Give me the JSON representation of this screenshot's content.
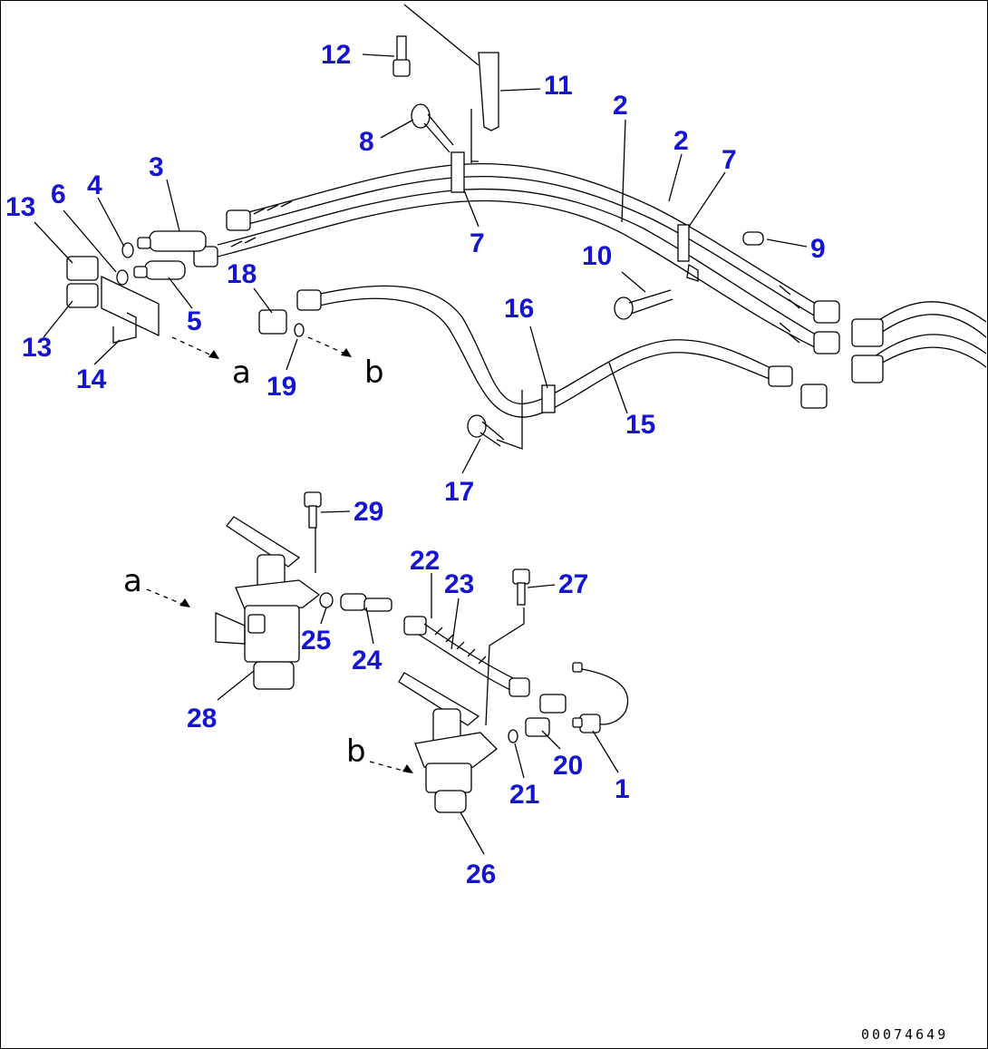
{
  "diagram": {
    "labels": {
      "p1": "1",
      "p2a": "2",
      "p2b": "2",
      "p3": "3",
      "p4": "4",
      "p5": "5",
      "p6": "6",
      "p7a": "7",
      "p7b": "7",
      "p8": "8",
      "p9": "9",
      "p10": "10",
      "p11": "11",
      "p12": "12",
      "p13a": "13",
      "p13b": "13",
      "p14": "14",
      "p15": "15",
      "p16": "16",
      "p17": "17",
      "p18": "18",
      "p19": "19",
      "p20": "20",
      "p21": "21",
      "p22": "22",
      "p23": "23",
      "p24": "24",
      "p25": "25",
      "p26": "26",
      "p27": "27",
      "p28": "28",
      "p29": "29"
    },
    "view_marks": {
      "a_top": "a",
      "b_top": "b",
      "a_bottom": "a",
      "b_bottom": "b"
    },
    "document_id": "00074649",
    "colors": {
      "part_number": "#1414d2",
      "line": "#000000",
      "background": "#ffffff"
    }
  }
}
